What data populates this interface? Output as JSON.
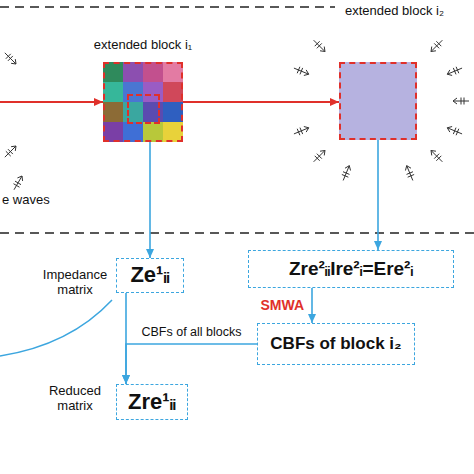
{
  "diagram": {
    "nodes": [
      {
        "text": [
          "extended block i₁"
        ]
      },
      {
        "text": [
          "extended block i₂"
        ]
      },
      {
        "text": [
          "Ze¹ᵢᵢ"
        ]
      },
      {
        "text": [
          "Zre²ᵢᵢIre²ᵢ=Ere²ᵢ"
        ]
      },
      {
        "text": [
          "CBFs of block i₂"
        ]
      },
      {
        "text": [
          "Zre¹ᵢᵢ"
        ]
      }
    ],
    "edges": [
      {
        "from": 0,
        "to": 1,
        "arrow": "to"
      },
      {
        "from": 0,
        "to": 2,
        "arrow": "to"
      },
      {
        "from": 1,
        "to": 3,
        "arrow": "to"
      },
      {
        "from": 3,
        "to": 4,
        "arrow": "to",
        "label": "SMWA"
      },
      {
        "from": 2,
        "to": 5,
        "arrow": "to"
      },
      {
        "from": 4,
        "to": 5,
        "arrow": "to",
        "label": "CBFs of all blocks"
      }
    ],
    "labels": [
      "e waves",
      "Impedance matrix",
      "Reduced matrix"
    ]
  }
}
